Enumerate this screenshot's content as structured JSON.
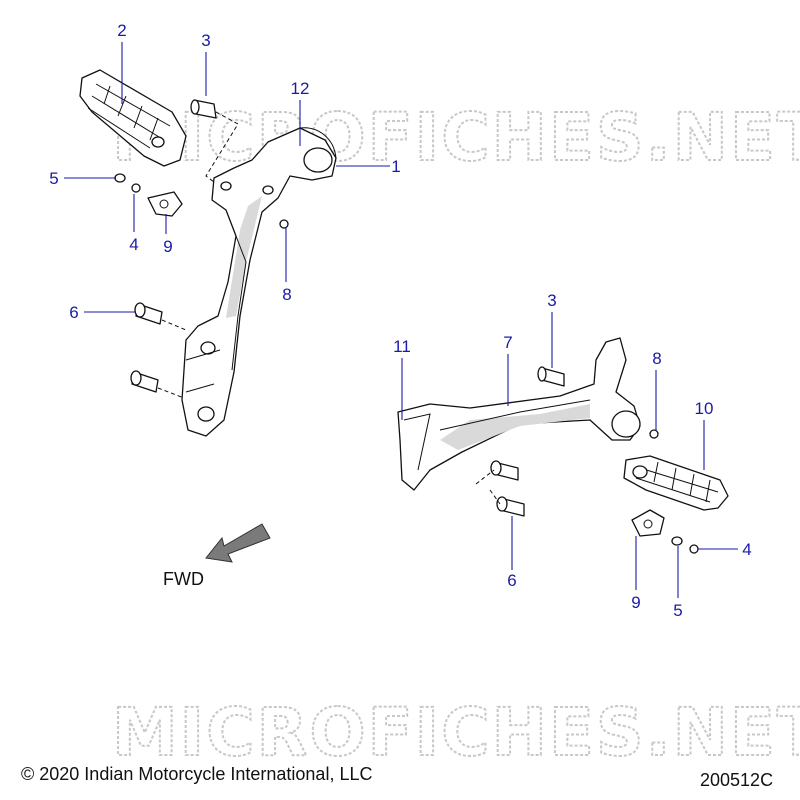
{
  "watermark": "MICROFICHES.NET",
  "direction_label": "FWD",
  "copyright": "© 2020 Indian Motorcycle International, LLC",
  "diagram_code": "200512C",
  "callouts": {
    "left_2": "2",
    "left_3": "3",
    "left_12": "12",
    "left_1": "1",
    "left_5": "5",
    "left_4": "4",
    "left_9": "9",
    "left_8": "8",
    "left_6": "6",
    "right_3": "3",
    "right_11": "11",
    "right_7": "7",
    "right_8": "8",
    "right_10": "10",
    "right_6": "6",
    "right_9": "9",
    "right_5": "5",
    "right_4": "4"
  },
  "colors": {
    "callout": "#1a1aa8",
    "line": "#111111",
    "watermark": "#c8c8c8"
  }
}
